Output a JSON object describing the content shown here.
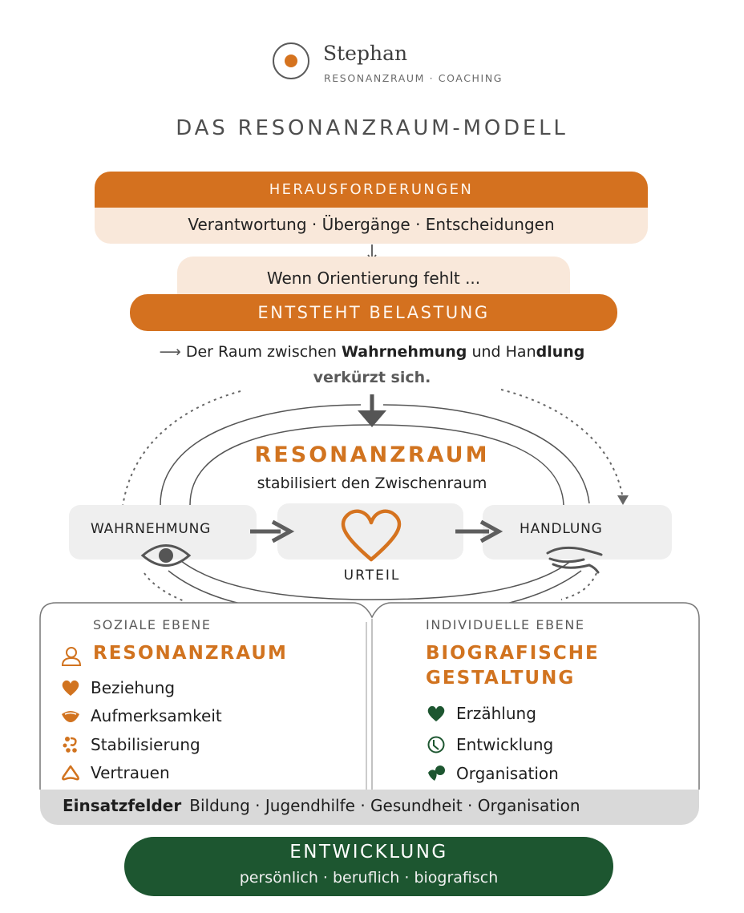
{
  "brand": {
    "name": "Stephan",
    "subtitle": "RESONANZRAUM · COACHING",
    "accent_color": "#d4711f",
    "green_color": "#1d5630"
  },
  "title": "DAS RESONANZRAUM-MODELL",
  "challenges": {
    "heading": "HERAUSFORDERUNGEN",
    "items": "Verantwortung · Übergänge · Entscheidungen"
  },
  "orientation": "Wenn Orientierung fehlt ...",
  "strain": "ENTSTEHT BELASTUNG",
  "shortening": {
    "prefix": "Der Raum zwischen",
    "term1": "Wahrnehmung",
    "connector": "und Han",
    "term2": "dlung",
    "line2": "verkürzt sich."
  },
  "resonance": {
    "title": "RESONANZRAUM",
    "subtitle": "stabilisiert den Zwischenraum"
  },
  "flow": {
    "perception": "WAHRNEHMUNG",
    "judgment": "URTEIL",
    "action": "HANDLUNG",
    "icons": [
      "eye-icon",
      "heart-outline-icon",
      "hand-icon"
    ]
  },
  "social_level": {
    "label": "SOZIALE EBENE",
    "heading": "RESONANZRAUM",
    "items": [
      {
        "label": "Beziehung",
        "icon": "heart-icon"
      },
      {
        "label": "Aufmerksamkeit",
        "icon": "lips-icon"
      },
      {
        "label": "Stabilisierung",
        "icon": "dots-cluster-icon"
      },
      {
        "label": "Vertrauen",
        "icon": "tent-icon"
      }
    ]
  },
  "individual_level": {
    "label": "INDIVIDUELLE EBENE",
    "heading_line1": "BIOGRAFISCHE",
    "heading_line2": "GESTALTUNG",
    "items": [
      {
        "label": "Erzählung",
        "icon": "green-heart-icon"
      },
      {
        "label": "Entwicklung",
        "icon": "clock-icon"
      },
      {
        "label": "Organisation",
        "icon": "leaf-icon"
      }
    ]
  },
  "fields": {
    "label": "Einsatzfelder",
    "values": "Bildung · Jugendhilfe · Gesundheit · Organisation"
  },
  "development": {
    "title": "ENTWICKLUNG",
    "subtitle": "persönlich · beruflich · biografisch"
  }
}
